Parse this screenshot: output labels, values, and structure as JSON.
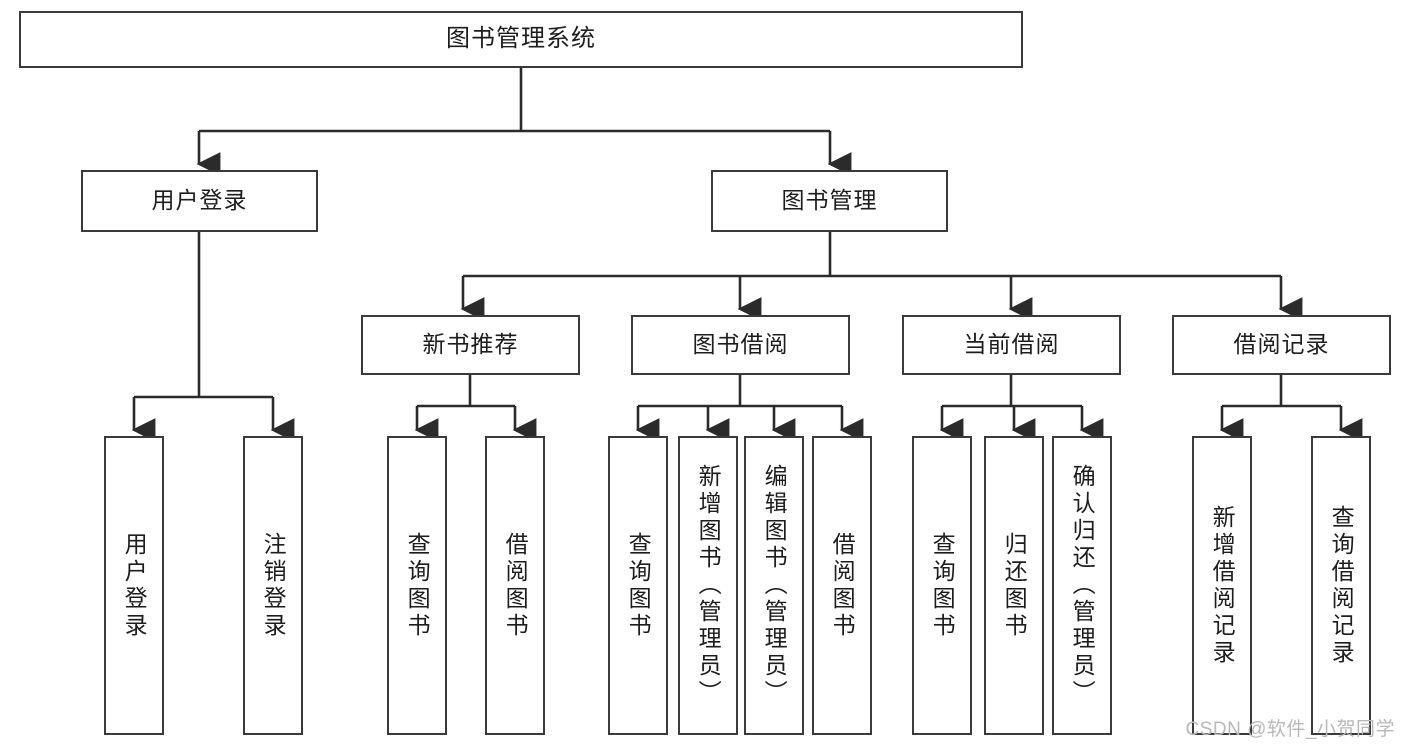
{
  "diagram": {
    "title": "图书管理系统",
    "type": "tree",
    "orientation": "top-down",
    "colors": {
      "box_border": "#3a3a3a",
      "box_fill": "#ffffff",
      "connector": "#2b2b2b",
      "text": "#1d1d1d",
      "watermark": "#b9b9b9",
      "background": "#ffffff"
    },
    "root": {
      "label": "图书管理系统"
    },
    "level2": [
      {
        "label": "用户登录"
      },
      {
        "label": "图书管理"
      }
    ],
    "level3": [
      {
        "label": "新书推荐"
      },
      {
        "label": "图书借阅"
      },
      {
        "label": "当前借阅"
      },
      {
        "label": "借阅记录"
      }
    ],
    "leaves": {
      "user_login": [
        {
          "label": "用户登录"
        },
        {
          "label": "注销登录"
        }
      ],
      "new_book": [
        {
          "label": "查询图书"
        },
        {
          "label": "借阅图书"
        }
      ],
      "book_borrow": [
        {
          "label": "查询图书"
        },
        {
          "label": "新增图书（管理员）"
        },
        {
          "label": "编辑图书（管理员）"
        },
        {
          "label": "借阅图书"
        }
      ],
      "current_borrow": [
        {
          "label": "查询图书"
        },
        {
          "label": "归还图书"
        },
        {
          "label": "确认归还（管理员）"
        }
      ],
      "borrow_record": [
        {
          "label": "新增借阅记录"
        },
        {
          "label": "查询借阅记录"
        }
      ]
    }
  },
  "watermark": {
    "text": "CSDN @软件_小贺同学"
  }
}
